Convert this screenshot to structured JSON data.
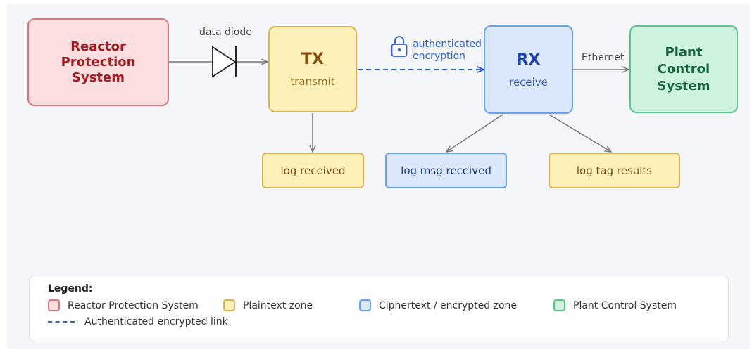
{
  "nodes": {
    "rps": {
      "title": "Reactor Protection System"
    },
    "tx": {
      "title": "TX",
      "subtitle": "transmit"
    },
    "rx": {
      "title": "RX",
      "subtitle": "receive"
    },
    "pcs": {
      "title": "Plant Control System"
    }
  },
  "edges": {
    "diode": "data diode",
    "encrypted": {
      "line1": "authenticated",
      "line2": "encryption"
    },
    "ethernet": "Ethernet"
  },
  "logs": {
    "tx": "log received",
    "rx_msg": "log msg received",
    "rx_tag": "log tag results"
  },
  "legend": {
    "title": "Legend:",
    "items": [
      {
        "label": "Reactor Protection System",
        "fill": "#fbdedf",
        "stroke": "#d9787c"
      },
      {
        "label": "Plaintext zone",
        "fill": "#fdf0b8",
        "stroke": "#d9b34f"
      },
      {
        "label": "Ciphertext / encrypted zone",
        "fill": "#dbe8fc",
        "stroke": "#6aa0ec"
      },
      {
        "label": "Plant Control System",
        "fill": "#cdf3de",
        "stroke": "#5bc48c"
      }
    ],
    "link_label": "Authenticated encrypted link"
  },
  "colors": {
    "encrypted_link": "#2f5ecf",
    "arrow": "#777777"
  },
  "icons": [
    "diode-icon",
    "lock-icon"
  ]
}
